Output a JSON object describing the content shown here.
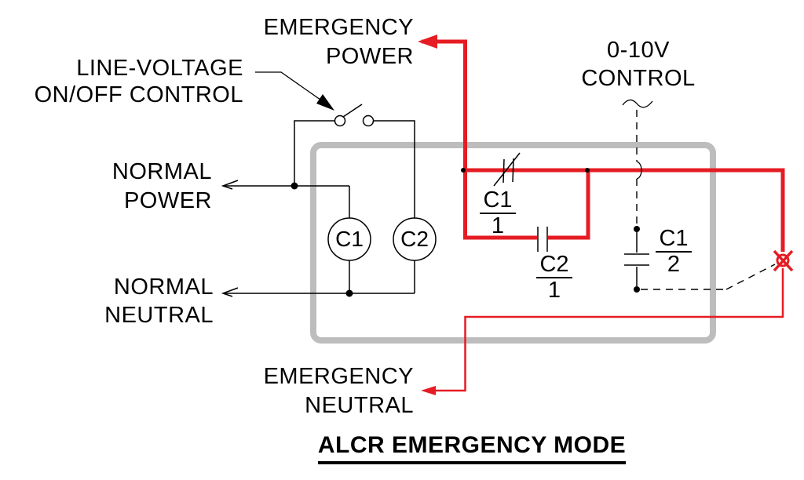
{
  "title": "ALCR EMERGENCY MODE",
  "colors": {
    "accent_red": "#e51c23",
    "device_gray": "#bdbdbd",
    "wire_black": "#000000"
  },
  "labels": {
    "emergency_power": {
      "line1": "EMERGENCY",
      "line2": "POWER"
    },
    "line_voltage": {
      "line1": "LINE-VOLTAGE",
      "line2": "ON/OFF CONTROL"
    },
    "normal_power": {
      "line1": "NORMAL",
      "line2": "POWER"
    },
    "normal_neutral": {
      "line1": "NORMAL",
      "line2": "NEUTRAL"
    },
    "control_0_10v": {
      "line1": "0-10V",
      "line2": "CONTROL"
    },
    "emergency_neutral": {
      "line1": "EMERGENCY",
      "line2": "NEUTRAL"
    }
  },
  "coils": {
    "c1": "C1",
    "c2": "C2"
  },
  "contacts": {
    "c1_pole1": {
      "name": "C1",
      "pole": "1"
    },
    "c2_pole1": {
      "name": "C2",
      "pole": "1"
    },
    "c1_pole2": {
      "name": "C1",
      "pole": "2"
    }
  }
}
